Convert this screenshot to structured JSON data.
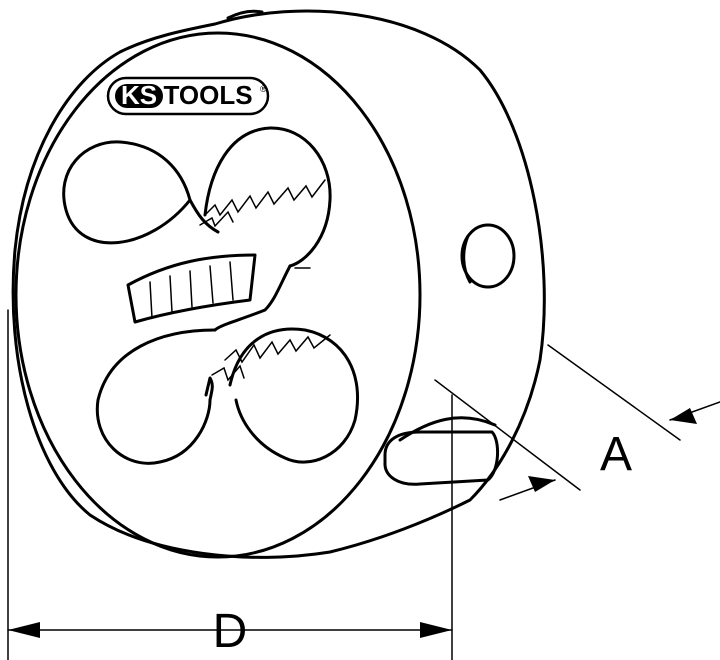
{
  "logo": {
    "brand_left": "KS",
    "brand_right": "TOOLS",
    "registered_mark": "®"
  },
  "dimensions": {
    "diameter_label": "D",
    "thickness_label": "A"
  }
}
